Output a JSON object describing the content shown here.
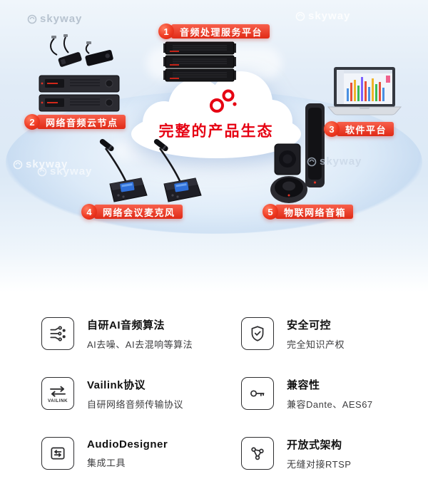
{
  "colors": {
    "accent": "#e60012",
    "ribbon": "#e8372a",
    "bg_top": "#dfeaf6"
  },
  "watermark": "skyway",
  "hero": {
    "cloud_title": "完整的产品生态",
    "items": [
      {
        "num": "1",
        "label": "音频处理服务平台"
      },
      {
        "num": "2",
        "label": "网络音频云节点"
      },
      {
        "num": "3",
        "label": "软件平台"
      },
      {
        "num": "4",
        "label": "网络会议麦克风"
      },
      {
        "num": "5",
        "label": "物联网络音箱"
      }
    ]
  },
  "features": [
    {
      "title": "自研AI音频算法",
      "desc": "AI去噪、AI去混响等算法"
    },
    {
      "title": "安全可控",
      "desc": "完全知识产权"
    },
    {
      "title": "Vailink协议",
      "desc": "自研网络音频传输协议",
      "icon_text": "VAILINK"
    },
    {
      "title": "兼容性",
      "desc": "兼容Dante、AES67"
    },
    {
      "title": "AudioDesigner",
      "desc": "集成工具"
    },
    {
      "title": "开放式架构",
      "desc": "无缝对接RTSP"
    }
  ]
}
